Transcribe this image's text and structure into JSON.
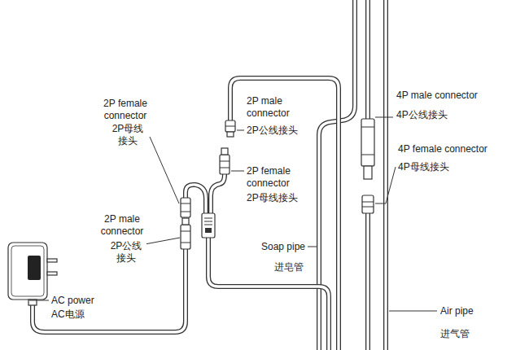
{
  "diagram": {
    "labels": [
      "2P female connector",
      "2P母线 接头",
      "2P male connector",
      "2P公线接头",
      "4P male connector",
      "4P公线接头",
      "4P female connector",
      "4P母线接头",
      "2P female connector",
      "2P母线接头",
      "2P male connector",
      "2P公线 接头",
      "Soap pipe",
      "进皂管",
      "AC power",
      "AC电源",
      "Air pipe",
      "进气管"
    ]
  }
}
